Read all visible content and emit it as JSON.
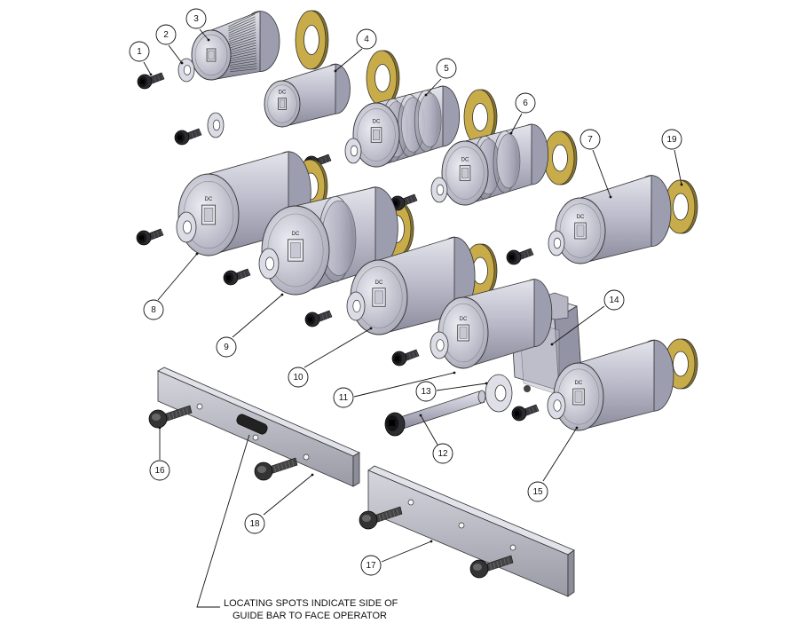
{
  "callouts": [
    "1",
    "2",
    "3",
    "4",
    "5",
    "6",
    "7",
    "8",
    "9",
    "10",
    "11",
    "12",
    "13",
    "14",
    "15",
    "16",
    "17",
    "18",
    "19"
  ],
  "note": {
    "line1": "LOCATING SPOTS INDICATE SIDE OF",
    "line2": "GUIDE BAR TO FACE OPERATOR"
  },
  "roller_marks": [
    "DC",
    "DC",
    "DC",
    "DC",
    "DC",
    "DC",
    "DC",
    "DC",
    "DC",
    "DC"
  ],
  "colors": {
    "metal": "#b9b9c8",
    "metal_dark": "#7d7d8e",
    "metal_light": "#dcdce6",
    "washer_gold": "#c8ac4a",
    "washer_gold_dark": "#8a7426",
    "bolt": "#2c2c30",
    "bar": "#b8b8c2"
  },
  "icons": [
    "socket-head-bolt-icon",
    "thrust-washer-icon",
    "roller-icon",
    "guide-bar-icon",
    "guide-block-icon",
    "ball-plunger-icon",
    "pin-icon"
  ]
}
